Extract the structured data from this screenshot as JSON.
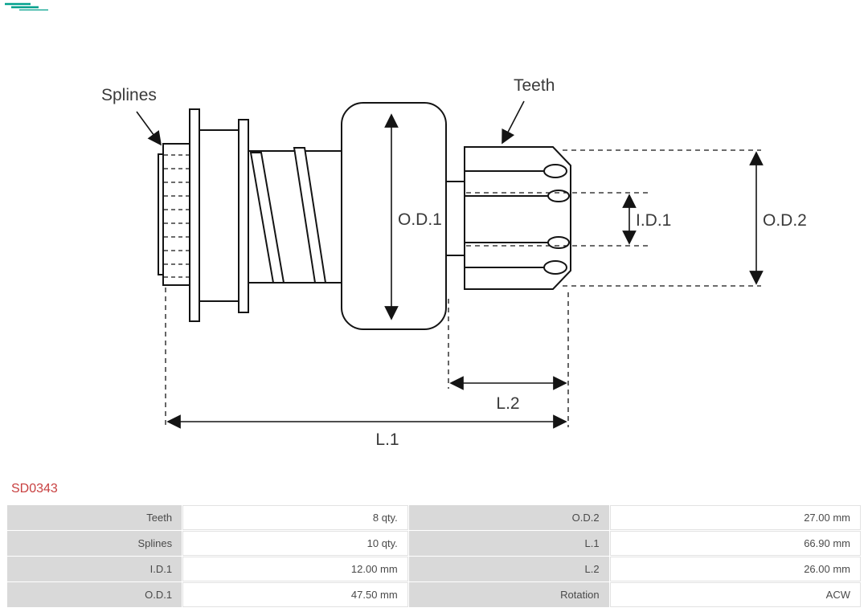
{
  "page": {
    "part_number": "SD0343"
  },
  "diagram": {
    "labels": {
      "splines": "Splines",
      "teeth": "Teeth",
      "od1": "O.D.1",
      "id1": "I.D.1",
      "od2": "O.D.2",
      "l2": "L.2",
      "l1": "L.1"
    }
  },
  "spec_table": {
    "rows": [
      [
        "Teeth",
        "8 qty.",
        "O.D.2",
        "27.00 mm"
      ],
      [
        "Splines",
        "10 qty.",
        "L.1",
        "66.90 mm"
      ],
      [
        "I.D.1",
        "12.00 mm",
        "L.2",
        "26.00 mm"
      ],
      [
        "O.D.1",
        "47.50 mm",
        "Rotation",
        "ACW"
      ]
    ]
  },
  "colors": {
    "accent_red": "#c84040",
    "table_label_bg": "#d9d9d9",
    "logo_teal": "#00a08c",
    "line_black": "#141414"
  }
}
